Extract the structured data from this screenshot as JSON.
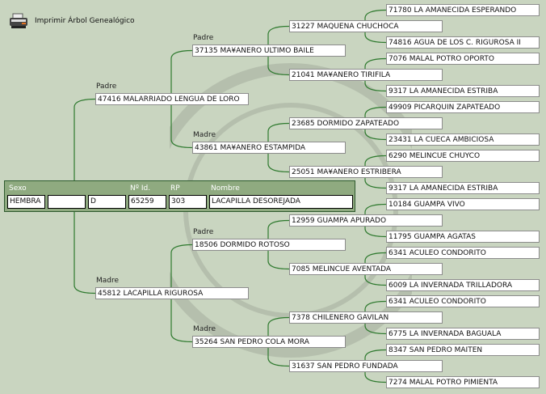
{
  "toolbar": {
    "print_label": "Imprimir Árbol Genealógico",
    "print_icon": "printer-icon"
  },
  "labels": {
    "padre": "Padre",
    "madre": "Madre"
  },
  "subject": {
    "headers": {
      "sexo": "Sexo",
      "id": "Nº Id.",
      "rp": "RP",
      "nombre": "Nombre"
    },
    "sexo": "HEMBRA",
    "blank": "",
    "code": "D",
    "id": "65259",
    "rp": "303",
    "nombre": "LACAPILLA DESOREJADA"
  },
  "gen0": [
    "47416 MALARRIADO LENGUA DE LORO",
    "45812 LACAPILLA RIGUROSA"
  ],
  "gen1": [
    "37135 MA¥ANERO ULTIMO BAILE",
    "43861 MA¥ANERO ESTAMPIDA",
    "18506 DORMIDO ROTOSO",
    "35264 SAN PEDRO COLA MORA"
  ],
  "gen2": [
    "31227 MAQUENA CHUCHOCA",
    "21041 MA¥ANERO TIRIFILA",
    "23685 DORMIDO ZAPATEADO",
    "25051 MA¥ANERO ESTRIBERA",
    "12959 GUAMPA APURADO",
    "7085 MELINCUE AVENTADA",
    "7378 CHILENERO GAVILAN",
    "31637 SAN PEDRO FUNDADA"
  ],
  "gen3": [
    "71780 LA AMANECIDA ESPERANDO",
    "74816 AGUA DE LOS C. RIGUROSA II",
    "7076 MALAL POTRO OPORTO",
    "9317 LA AMANECIDA ESTRIBA",
    "49909 PICARQUIN ZAPATEADO",
    "23431 LA CUECA AMBICIOSA",
    "6290 MELINCUE CHUYCO",
    "9317 LA AMANECIDA ESTRIBA",
    "10184 GUAMPA VIVO",
    "11795 GUAMPA AGATAS",
    "6341 ACULEO CONDORITO",
    "6009 LA INVERNADA TRILLADORA",
    "6341 ACULEO CONDORITO",
    "6775 LA INVERNADA BAGUALA",
    "8347 SAN PEDRO MAITEN",
    "7274 MALAL POTRO PIMIENTA"
  ],
  "colors": {
    "background": "#c9d5c0",
    "line": "#2f7a2f",
    "panel": "#8faa80"
  }
}
